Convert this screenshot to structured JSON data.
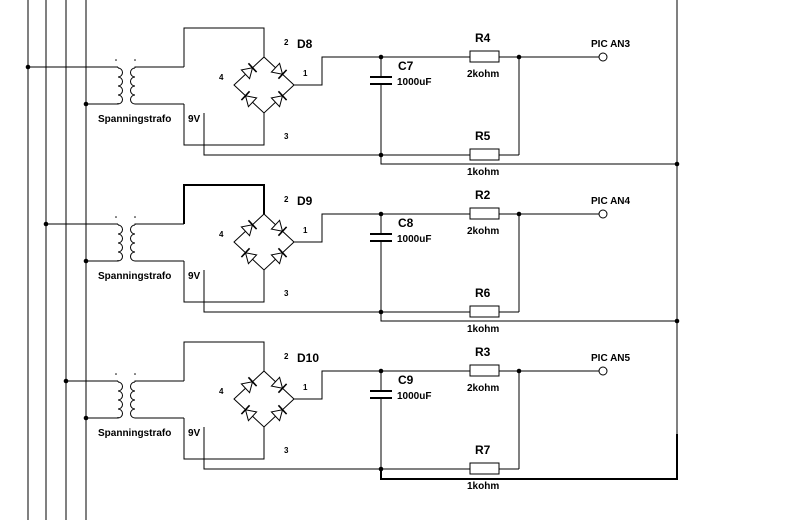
{
  "stages": [
    {
      "transformer_label": "Spanningstrafo",
      "transformer_voltage": "9V",
      "bridge_name": "D8",
      "pin_top": "2",
      "pin_left": "4",
      "pin_right": "1",
      "pin_bottom": "3",
      "cap_name": "C7",
      "cap_value": "1000uF",
      "series_res_name": "R4",
      "series_res_value": "2kohm",
      "shunt_res_name": "R5",
      "shunt_res_value": "1kohm",
      "output_label": "PIC AN3"
    },
    {
      "transformer_label": "Spanningstrafo",
      "transformer_voltage": "9V",
      "bridge_name": "D9",
      "pin_top": "2",
      "pin_left": "4",
      "pin_right": "1",
      "pin_bottom": "3",
      "cap_name": "C8",
      "cap_value": "1000uF",
      "series_res_name": "R2",
      "series_res_value": "2kohm",
      "shunt_res_name": "R6",
      "shunt_res_value": "1kohm",
      "output_label": "PIC AN4"
    },
    {
      "transformer_label": "Spanningstrafo",
      "transformer_voltage": "9V",
      "bridge_name": "D10",
      "pin_top": "2",
      "pin_left": "4",
      "pin_right": "1",
      "pin_bottom": "3",
      "cap_name": "C9",
      "cap_value": "1000uF",
      "series_res_name": "R3",
      "series_res_value": "2kohm",
      "shunt_res_name": "R7",
      "shunt_res_value": "1kohm",
      "output_label": "PIC AN5"
    }
  ]
}
